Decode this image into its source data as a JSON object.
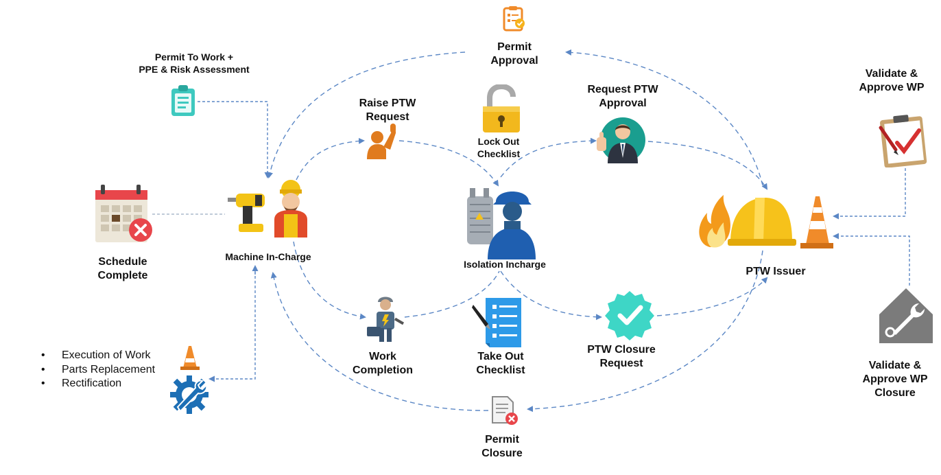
{
  "labels": {
    "permit_approval": "Permit\nApproval",
    "ptw_ppe_risk": "Permit To Work +\nPPE & Risk Assessment",
    "raise_ptw_request": "Raise PTW\nRequest",
    "lock_out_checklist": "Lock Out\nChecklist",
    "request_ptw_approval": "Request PTW\nApproval",
    "validate_approve_wp": "Validate &\nApprove WP",
    "schedule_complete": "Schedule\nComplete",
    "machine_in_charge": "Machine In-Charge",
    "isolation_incharge": "Isolation Incharge",
    "ptw_issuer": "PTW Issuer",
    "work_completion": "Work\nCompletion",
    "take_out_checklist": "Take Out\nChecklist",
    "ptw_closure_request": "PTW Closure\nRequest",
    "validate_approve_wp_closure": "Validate &\nApprove WP\nClosure",
    "permit_closure": "Permit\nClosure"
  },
  "tasks": [
    "Execution of Work",
    "Parts Replacement",
    "Rectification"
  ],
  "colors": {
    "arrow": "#5b87c5",
    "teal": "#3ec9bf",
    "orange": "#f08b2a",
    "helmet_yellow": "#f6c21b",
    "helmet_blue": "#1f5fb0",
    "red": "#e8464b",
    "gray": "#7b7b7b",
    "gear_blue": "#1d6fb5"
  },
  "icons": [
    "clipboard-check-icon",
    "clipboard-icon",
    "raised-hand-icon",
    "padlock-icon",
    "businessman-icon",
    "approve-clipboard-icon",
    "calendar-cancel-icon",
    "drill-worker-icon",
    "isolation-engineer-icon",
    "fire-helmet-cone-icon",
    "electrician-icon",
    "checklist-pen-icon",
    "verified-badge-icon",
    "wrench-house-icon",
    "cone-icon",
    "gear-wrench-icon",
    "document-cancel-icon"
  ]
}
